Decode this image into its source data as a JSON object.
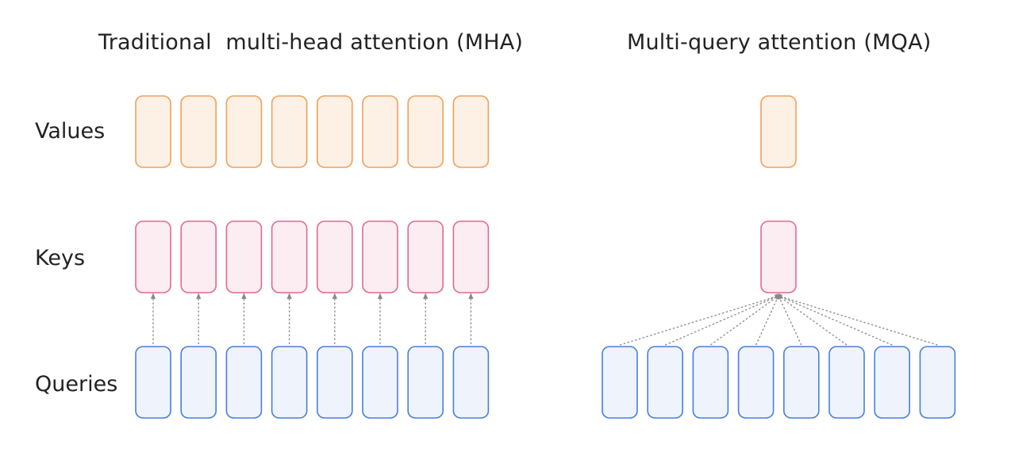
{
  "titles": {
    "mha": "Traditional  multi-head attention (MHA)",
    "mqa": "Multi-query attention (MQA)"
  },
  "row_labels": {
    "values": "Values",
    "keys": "Keys",
    "queries": "Queries"
  },
  "mha": {
    "heads": 8,
    "value_heads": 8,
    "key_heads": 8,
    "query_heads": 8
  },
  "mqa": {
    "value_heads": 1,
    "key_heads": 1,
    "query_heads": 8
  },
  "colors": {
    "value_stroke": "#f0a05a",
    "value_fill": "#fdf1e6",
    "key_stroke": "#e06a92",
    "key_fill": "#fcedf3",
    "query_stroke": "#4a7ee0",
    "query_fill": "#eef3fc",
    "arrow": "#8a8a8a"
  }
}
